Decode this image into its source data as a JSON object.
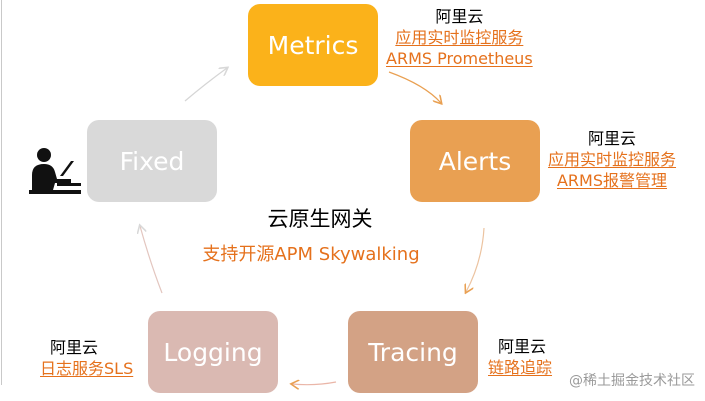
{
  "nodes": {
    "metrics": "Metrics",
    "alerts": "Alerts",
    "tracing": "Tracing",
    "logging": "Logging",
    "fixed": "Fixed"
  },
  "labels": {
    "metrics": {
      "vendor": "阿里云",
      "line1": "应用实时监控服务",
      "line2": "ARMS Prometheus"
    },
    "alerts": {
      "vendor": "阿里云",
      "line1": "应用实时监控服务",
      "line2": "ARMS报警管理"
    },
    "tracing": {
      "vendor": "阿里云",
      "line1": "链路追踪"
    },
    "logging": {
      "vendor": "阿里云",
      "line1": "日志服务SLS"
    }
  },
  "center": {
    "title": "云原生网关",
    "subtitle": "支持开源APM Skywalking"
  },
  "watermark": "@稀土掘金技术社区",
  "icons": {
    "user": "user-at-laptop-icon"
  },
  "colors": {
    "metrics": "#fbb21a",
    "alerts": "#e9a052",
    "tracing": "#d3a285",
    "logging": "#dab9b2",
    "fixed": "#d9d9d9",
    "link": "#e5711c",
    "arrow": "#f0c9a3"
  }
}
